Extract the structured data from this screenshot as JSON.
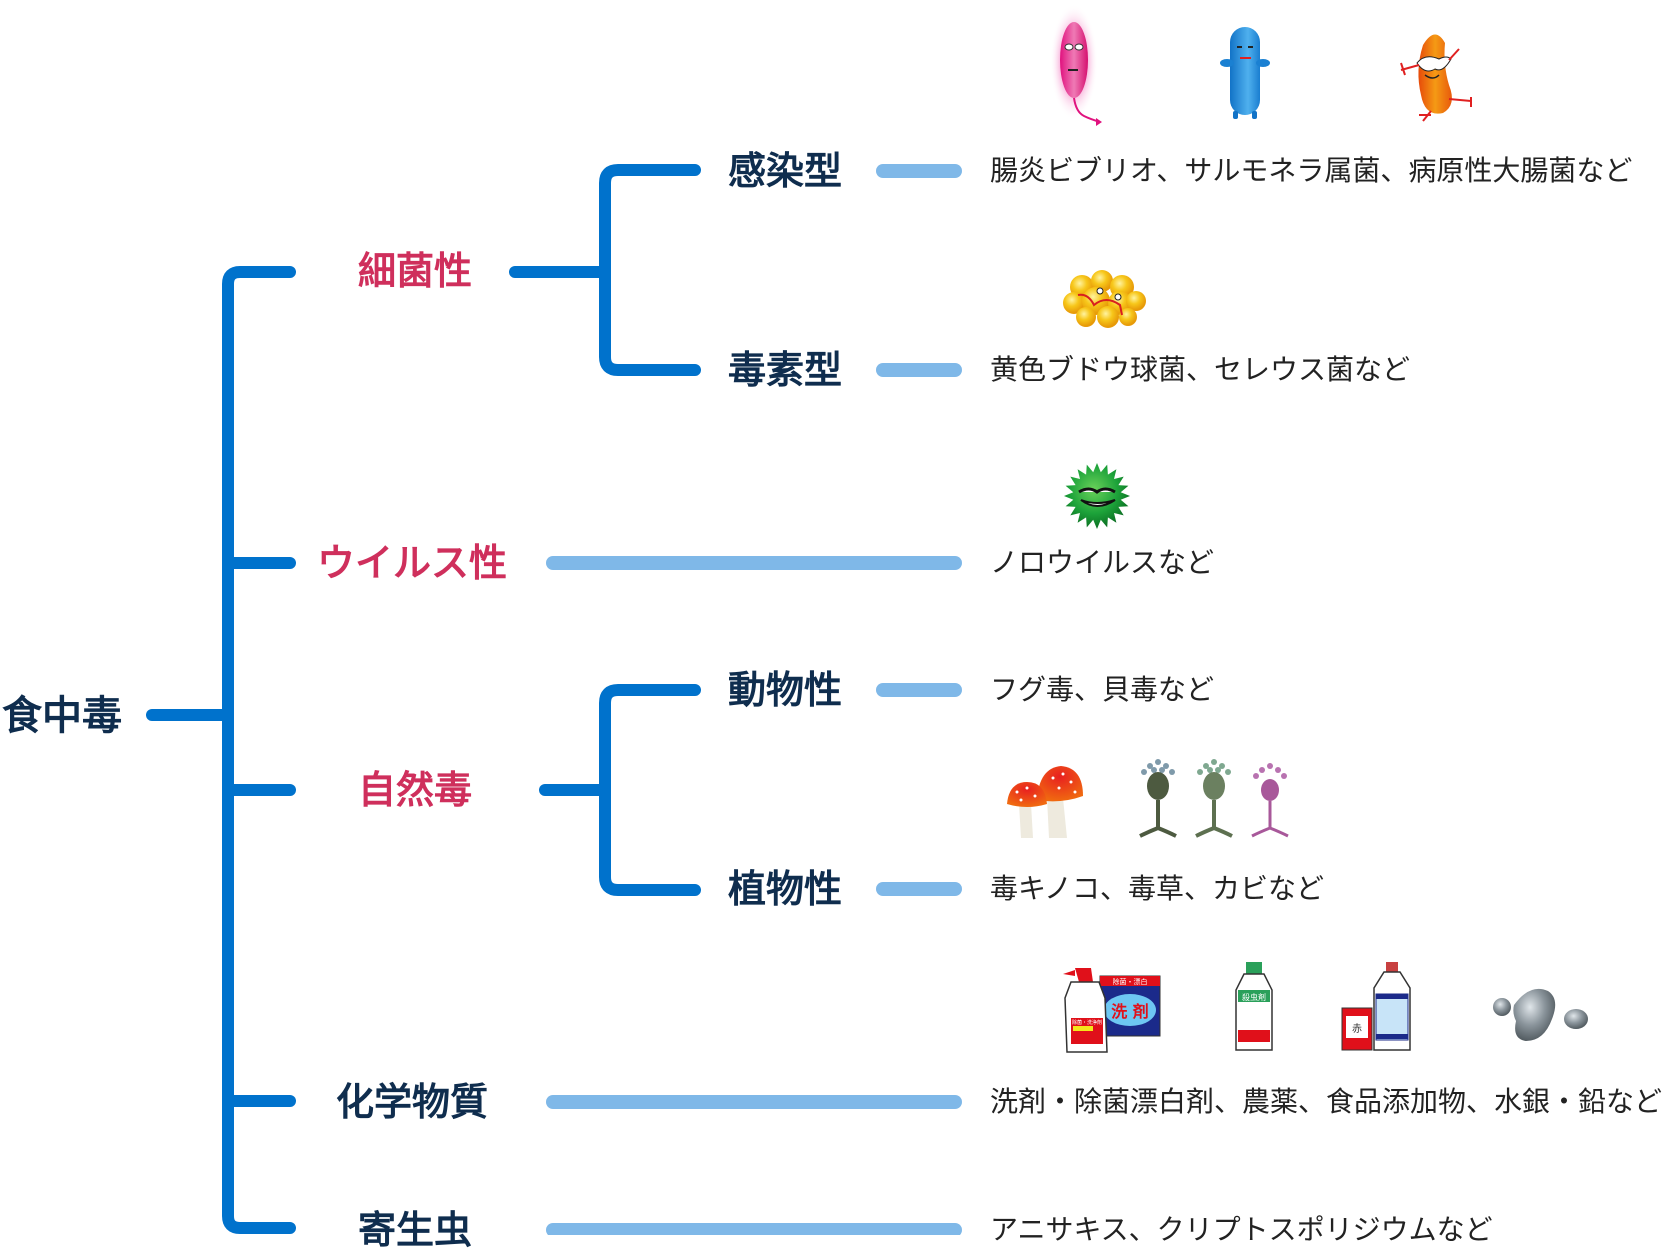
{
  "root": {
    "label": "食中毒"
  },
  "colors": {
    "primary_line": "#0072cc",
    "secondary_line": "#7fb8e8",
    "category_pink": "#cf2f5c",
    "heading_navy": "#0f2d4e",
    "example_text": "#222222"
  },
  "categories": [
    {
      "label": "細菌性",
      "subtypes": [
        {
          "label": "感染型",
          "examples": "腸炎ビブリオ、サルモネラ属菌、病原性大腸菌など",
          "icons": [
            "pink-bacterium-icon",
            "blue-bacterium-icon",
            "orange-bacterium-icon"
          ]
        },
        {
          "label": "毒素型",
          "examples": "黄色ブドウ球菌、セレウス菌など",
          "icons": [
            "yellow-staph-cluster-icon"
          ]
        }
      ]
    },
    {
      "label": "ウイルス性",
      "examples": "ノロウイルスなど",
      "icons": [
        "green-virus-icon"
      ]
    },
    {
      "label": "自然毒",
      "subtypes": [
        {
          "label": "動物性",
          "examples": "フグ毒、貝毒など",
          "icons": []
        },
        {
          "label": "植物性",
          "examples": "毒キノコ、毒草、カビなど",
          "icons": [
            "mushroom-icon",
            "mold-icon"
          ]
        }
      ]
    },
    {
      "label": "化学物質",
      "examples": "洗剤・除菌漂白剤、農薬、食品添加物、水銀・鉛など",
      "icons": [
        "detergent-icon",
        "pesticide-bottle-icon",
        "chemical-bottle-icon",
        "mercury-drop-icon"
      ]
    },
    {
      "label": "寄生虫",
      "examples": "アニサキス、クリプトスポリジウムなど",
      "icons": []
    }
  ],
  "product_labels": {
    "detergent_box_top": "除菌・漂白",
    "detergent_box_main": "洗 剤",
    "spray_label": "除菌・洗浄剤",
    "pesticide_label": "殺虫剤",
    "red_box_label": "赤"
  }
}
